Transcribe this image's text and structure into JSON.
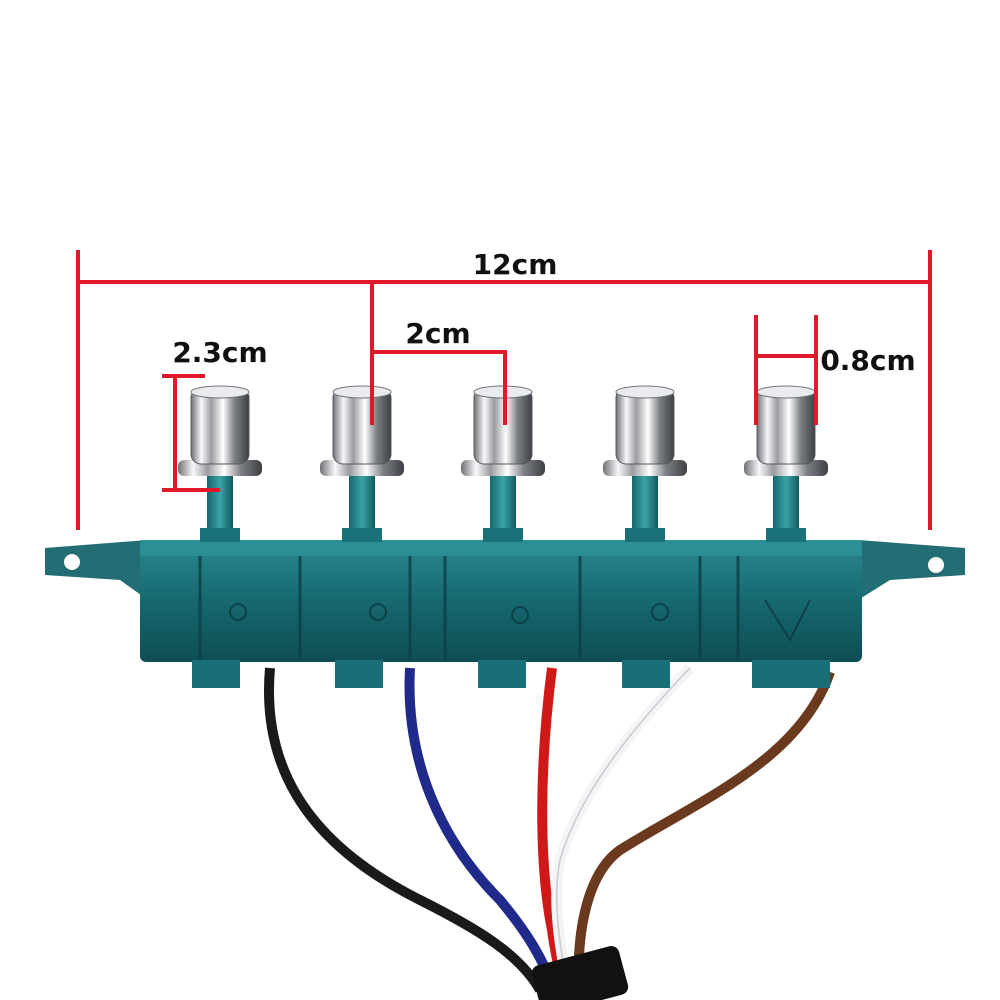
{
  "product": {
    "description_none": "",
    "button_count": 5,
    "wire_colors": [
      "#1a1a1a",
      "#1f2a8a",
      "#d01818",
      "#f4f4f6",
      "#6b3a1e"
    ]
  },
  "dimensions": {
    "total_width": "12cm",
    "button_spacing": "2cm",
    "button_height": "2.3cm",
    "button_diameter": "0.8cm"
  },
  "colors": {
    "dimension_line": "#e0192a",
    "housing": "#1f7a80",
    "housing_dark": "#0f5259",
    "chrome": "#d8dadd"
  }
}
